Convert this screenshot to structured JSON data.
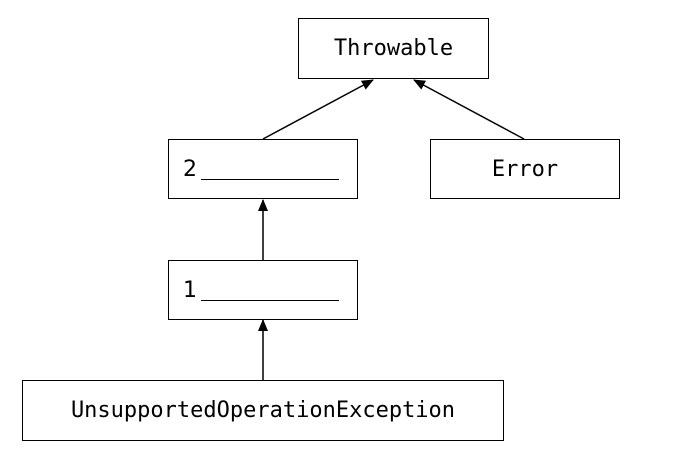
{
  "diagram": {
    "type": "class-hierarchy",
    "nodes": {
      "throwable": {
        "label": "Throwable"
      },
      "blank2": {
        "number": "2"
      },
      "error": {
        "label": "Error"
      },
      "blank1": {
        "number": "1"
      },
      "unsupported": {
        "label": "UnsupportedOperationException"
      }
    },
    "edges": [
      {
        "from": "blank2",
        "to": "throwable"
      },
      {
        "from": "error",
        "to": "throwable"
      },
      {
        "from": "blank1",
        "to": "blank2"
      },
      {
        "from": "unsupported",
        "to": "blank1"
      }
    ],
    "colors": {
      "stroke": "#000000",
      "background": "#ffffff"
    }
  }
}
